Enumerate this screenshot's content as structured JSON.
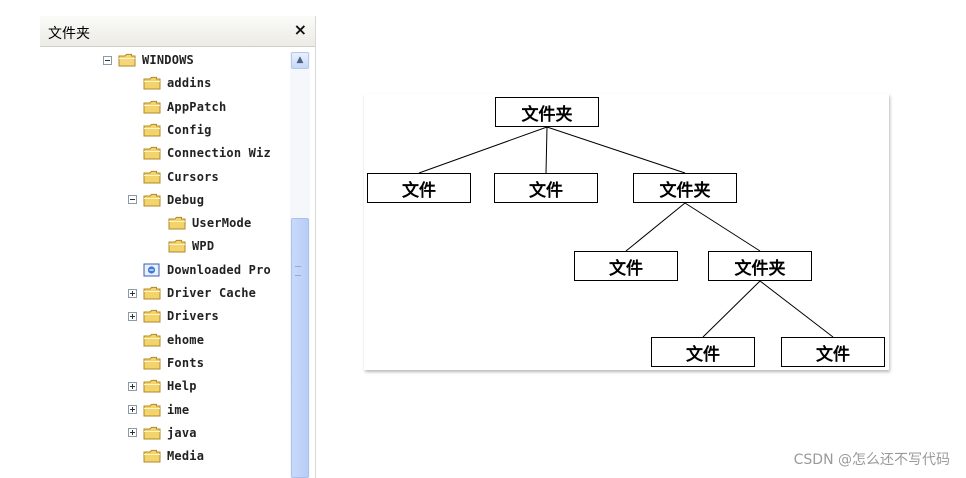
{
  "folder_pane": {
    "title": "文件夹",
    "close_label": "×",
    "scroll_up_glyph": "▲",
    "items": [
      {
        "label": "WINDOWS",
        "level": 0,
        "expander": "minus",
        "icon": "folder-open-icon"
      },
      {
        "label": "addins",
        "level": 1,
        "expander": "none",
        "icon": "folder-icon"
      },
      {
        "label": "AppPatch",
        "level": 1,
        "expander": "none",
        "icon": "folder-icon"
      },
      {
        "label": "Config",
        "level": 1,
        "expander": "none",
        "icon": "folder-icon"
      },
      {
        "label": "Connection Wiz",
        "level": 1,
        "expander": "none",
        "icon": "folder-icon"
      },
      {
        "label": "Cursors",
        "level": 1,
        "expander": "none",
        "icon": "folder-icon"
      },
      {
        "label": "Debug",
        "level": 1,
        "expander": "minus",
        "icon": "folder-icon"
      },
      {
        "label": "UserMode",
        "level": 2,
        "expander": "none",
        "icon": "folder-icon"
      },
      {
        "label": "WPD",
        "level": 2,
        "expander": "none",
        "icon": "folder-icon"
      },
      {
        "label": "Downloaded Pro",
        "level": 1,
        "expander": "none",
        "icon": "downloaded-program-icon"
      },
      {
        "label": "Driver Cache",
        "level": 1,
        "expander": "plus",
        "icon": "folder-icon"
      },
      {
        "label": "Drivers",
        "level": 1,
        "expander": "plus",
        "icon": "folder-icon"
      },
      {
        "label": "ehome",
        "level": 1,
        "expander": "none",
        "icon": "folder-icon"
      },
      {
        "label": "Fonts",
        "level": 1,
        "expander": "none",
        "icon": "folder-icon"
      },
      {
        "label": "Help",
        "level": 1,
        "expander": "plus",
        "icon": "folder-icon"
      },
      {
        "label": "ime",
        "level": 1,
        "expander": "plus",
        "icon": "folder-icon"
      },
      {
        "label": "java",
        "level": 1,
        "expander": "plus",
        "icon": "folder-icon"
      },
      {
        "label": "Media",
        "level": 1,
        "expander": "none",
        "icon": "folder-icon"
      }
    ]
  },
  "diagram": {
    "nodes": [
      {
        "id": "root",
        "label": "文件夹"
      },
      {
        "id": "l1-file-a",
        "label": "文件"
      },
      {
        "id": "l1-file-b",
        "label": "文件"
      },
      {
        "id": "l1-folder",
        "label": "文件夹"
      },
      {
        "id": "l2-file",
        "label": "文件"
      },
      {
        "id": "l2-folder",
        "label": "文件夹"
      },
      {
        "id": "l3-file-a",
        "label": "文件"
      },
      {
        "id": "l3-file-b",
        "label": "文件"
      }
    ],
    "edges": [
      [
        "root",
        "l1-file-a"
      ],
      [
        "root",
        "l1-file-b"
      ],
      [
        "root",
        "l1-folder"
      ],
      [
        "l1-folder",
        "l2-file"
      ],
      [
        "l1-folder",
        "l2-folder"
      ],
      [
        "l2-folder",
        "l3-file-a"
      ],
      [
        "l2-folder",
        "l3-file-b"
      ]
    ]
  },
  "watermark": "CSDN @怎么还不写代码"
}
